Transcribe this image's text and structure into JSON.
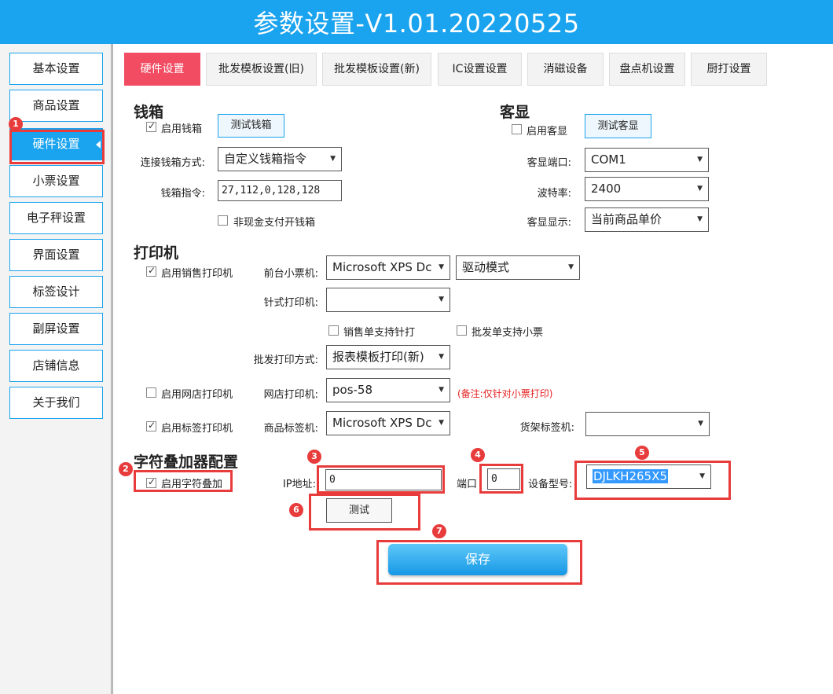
{
  "window": {
    "title": "参数设置-V1.01.20220525"
  },
  "sidebar": {
    "items": [
      {
        "label": "基本设置"
      },
      {
        "label": "商品设置"
      },
      {
        "label": "硬件设置"
      },
      {
        "label": "小票设置"
      },
      {
        "label": "电子秤设置"
      },
      {
        "label": "界面设置"
      },
      {
        "label": "标签设计"
      },
      {
        "label": "副屏设置"
      },
      {
        "label": "店铺信息"
      },
      {
        "label": "关于我们"
      }
    ],
    "active": "硬件设置"
  },
  "tabs": [
    {
      "label": "硬件设置"
    },
    {
      "label": "批发模板设置(旧)"
    },
    {
      "label": "批发模板设置(新)"
    },
    {
      "label": "IC设置设置"
    },
    {
      "label": "消磁设备"
    },
    {
      "label": "盘点机设置"
    },
    {
      "label": "厨打设置"
    }
  ],
  "cashbox": {
    "heading": "钱箱",
    "enable_label": "启用钱箱",
    "enable_checked": true,
    "test_button": "测试钱箱",
    "mode_label": "连接钱箱方式:",
    "mode_value": "自定义钱箱指令",
    "command_label": "钱箱指令:",
    "command_value": "27,112,0,128,128",
    "noncash_label": "非现金支付开钱箱",
    "noncash_checked": false
  },
  "display": {
    "heading": "客显",
    "enable_label": "启用客显",
    "enable_checked": false,
    "test_button": "测试客显",
    "port_label": "客显端口:",
    "port_value": "COM1",
    "baud_label": "波特率:",
    "baud_value": "2400",
    "show_label": "客显显示:",
    "show_value": "当前商品单价"
  },
  "printer": {
    "heading": "打印机",
    "sales_enable_label": "启用销售打印机",
    "sales_enable_checked": true,
    "front_label": "前台小票机:",
    "front_value": "Microsoft XPS Dc",
    "driver_value": "驱动模式",
    "dot_label": "针式打印机:",
    "dot_value": "",
    "sales_dot_label": "销售单支持针打",
    "sales_dot_checked": false,
    "wholesale_ticket_label": "批发单支持小票",
    "wholesale_ticket_checked": false,
    "wholesale_mode_label": "批发打印方式:",
    "wholesale_mode_value": "报表模板打印(新)",
    "online_enable_label": "启用网店打印机",
    "online_enable_checked": false,
    "online_label": "网店打印机:",
    "online_value": "pos-58",
    "online_note": "(备注:仅针对小票打印)",
    "label_enable_label": "启用标签打印机",
    "label_enable_checked": true,
    "goods_label_label": "商品标签机:",
    "goods_label_value": "Microsoft XPS Dc",
    "shelf_label_label": "货架标签机:",
    "shelf_label_value": ""
  },
  "overlay": {
    "heading": "字符叠加器配置",
    "enable_label": "启用字符叠加",
    "enable_checked": true,
    "ip_label": "IP地址:",
    "ip_value": "0",
    "port_label": "端口",
    "port_value": "0",
    "model_label": "设备型号:",
    "model_value": "DJLKH265X5",
    "test_button": "测试"
  },
  "save_button": "保存",
  "annotations": {
    "badges": [
      "1",
      "2",
      "3",
      "4",
      "5",
      "6",
      "7"
    ],
    "color": "#e83b3b"
  },
  "colors": {
    "title_bar": "#1aa3ee",
    "active_tab": "#f24c63",
    "note": "#e52020"
  }
}
